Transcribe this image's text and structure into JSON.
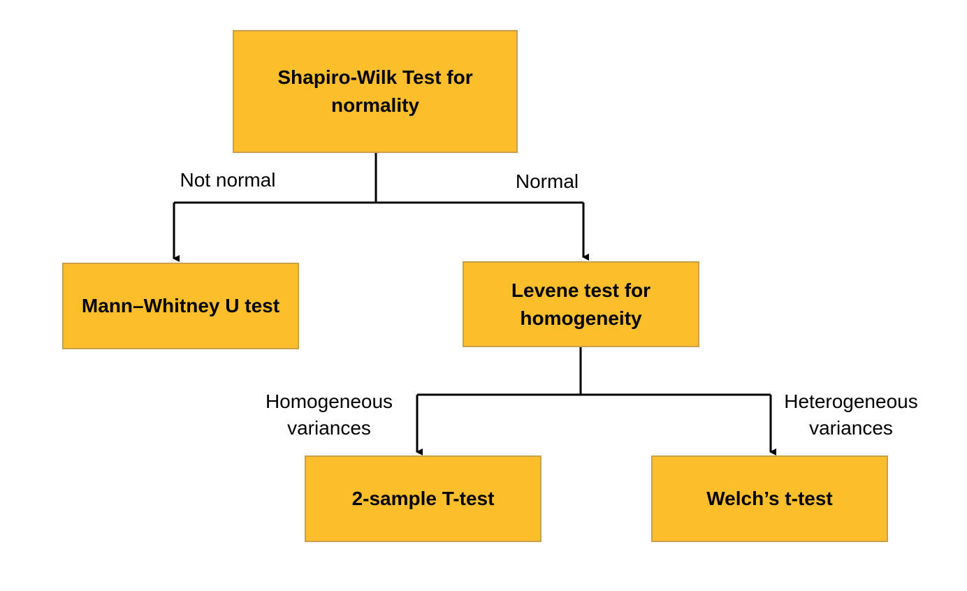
{
  "nodes": {
    "shapiro": {
      "label": "Shapiro-Wilk Test for normality"
    },
    "mann_whitney": {
      "label": "Mann–Whitney U test"
    },
    "levene": {
      "label": "Levene test for homogeneity"
    },
    "t_test": {
      "label": "2-sample T-test"
    },
    "welch": {
      "label": "Welch’s t-test"
    }
  },
  "edges": {
    "not_normal": {
      "label": "Not normal"
    },
    "normal": {
      "label": "Normal"
    },
    "homogeneous": {
      "label": "Homogeneous\nvariances"
    },
    "heterogeneous": {
      "label": "Heterogeneous\nvariances"
    }
  },
  "colors": {
    "box_fill": "#fcbf2b",
    "box_border": "#c8a04a",
    "line": "#000000"
  }
}
